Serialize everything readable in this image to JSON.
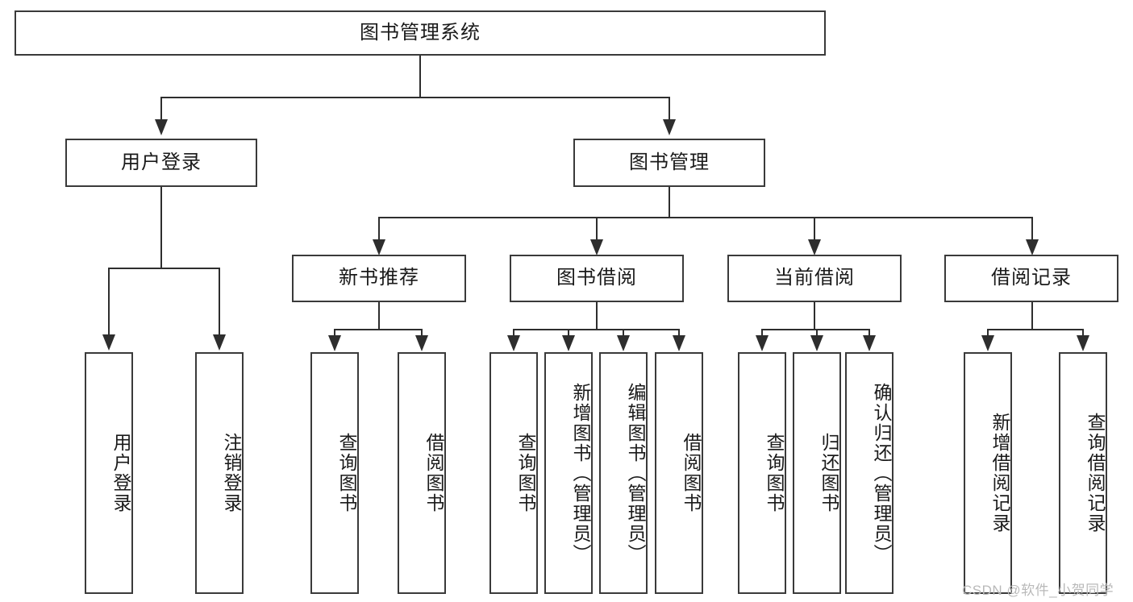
{
  "diagram": {
    "type": "tree",
    "title": "图书管理系统",
    "watermark": "CSDN @软件_小贺同学",
    "colors": {
      "box_border": "#3a3a3a",
      "box_fill": "#ffffff",
      "line": "#2e2e2e",
      "text": "#1a1a1a",
      "watermark": "#b9b9b9",
      "background": "#ffffff"
    },
    "levels": {
      "root": {
        "label": "图书管理系统"
      },
      "level1": [
        {
          "label": "用户登录"
        },
        {
          "label": "图书管理"
        }
      ],
      "level2": [
        {
          "label": "新书推荐"
        },
        {
          "label": "图书借阅"
        },
        {
          "label": "当前借阅"
        },
        {
          "label": "借阅记录"
        }
      ],
      "leaves": [
        {
          "label": "用户登录",
          "parent": "用户登录"
        },
        {
          "label": "注销登录",
          "parent": "用户登录"
        },
        {
          "label": "查询图书",
          "parent": "新书推荐"
        },
        {
          "label": "借阅图书",
          "parent": "新书推荐"
        },
        {
          "label": "查询图书",
          "parent": "图书借阅"
        },
        {
          "label": "新增图书（管理员）",
          "parent": "图书借阅"
        },
        {
          "label": "编辑图书（管理员）",
          "parent": "图书借阅"
        },
        {
          "label": "借阅图书",
          "parent": "图书借阅"
        },
        {
          "label": "查询图书",
          "parent": "当前借阅"
        },
        {
          "label": "归还图书",
          "parent": "当前借阅"
        },
        {
          "label": "确认归还（管理员）",
          "parent": "当前借阅"
        },
        {
          "label": "新增借阅记录",
          "parent": "借阅记录"
        },
        {
          "label": "查询借阅记录",
          "parent": "借阅记录"
        }
      ]
    }
  }
}
